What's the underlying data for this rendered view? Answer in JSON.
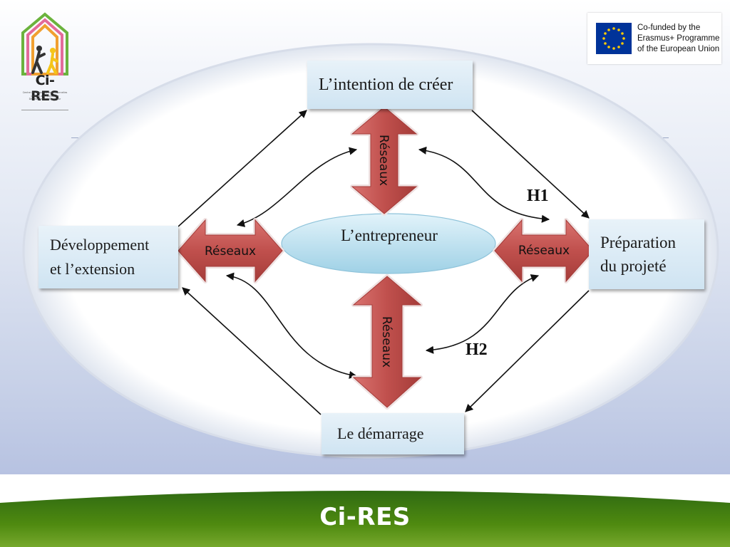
{
  "header": {
    "logo_left": {
      "name": "Ci-RES",
      "subtitle_lines": [
        "Centre de Capacités Institutionnelles",
        "d'Appui à la Recherche",
        "Développement Supérieur"
      ]
    },
    "logo_right": {
      "lines": [
        "Co-funded by the",
        "Erasmus+ Programme",
        "of the European Union"
      ]
    }
  },
  "diagram": {
    "center": "L’entrepreneur",
    "nodes": {
      "top": [
        "L’intention de créer"
      ],
      "right": [
        "Préparation",
        "du projeté"
      ],
      "bottom": [
        "Le démarrage"
      ],
      "left": [
        "Développement",
        "et l’extension"
      ]
    },
    "arrow_labels": {
      "top": "Réseaux",
      "right": "Réseaux",
      "bottom": "Réseaux",
      "left": "Réseaux"
    },
    "hypotheses": {
      "h1": "H1",
      "h2": "H2"
    }
  },
  "footer": {
    "title": "Ci-RES"
  },
  "colors": {
    "arrow_red": "#c0504d",
    "footer_green": "#4f8a10",
    "node_blue": "#d6e9f5",
    "eu_blue": "#003399",
    "eu_yellow": "#ffcc00"
  }
}
